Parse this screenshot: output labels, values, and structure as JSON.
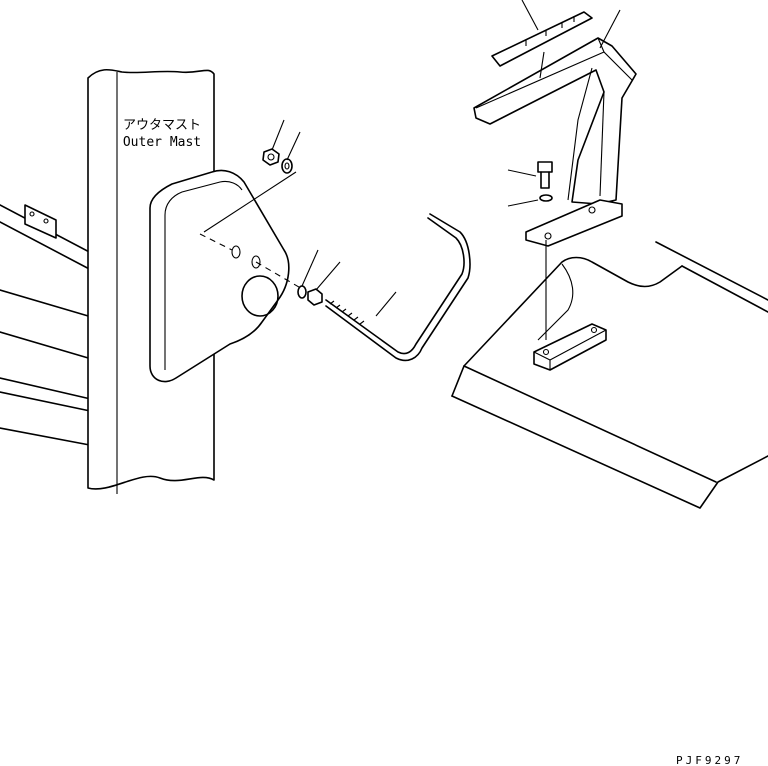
{
  "mast_label": {
    "line1": "アウタマスト",
    "line2": "Outer Mast"
  },
  "drawing_code": "PJF9297",
  "parts": [
    "outer-mast",
    "mast-bracket",
    "nut-top",
    "washer-top",
    "nut-bolt",
    "washer-bolt",
    "u-bolt",
    "guard-plate",
    "stay-bracket",
    "hex-bolt",
    "bolt-washer",
    "counterweight-block",
    "hood"
  ]
}
